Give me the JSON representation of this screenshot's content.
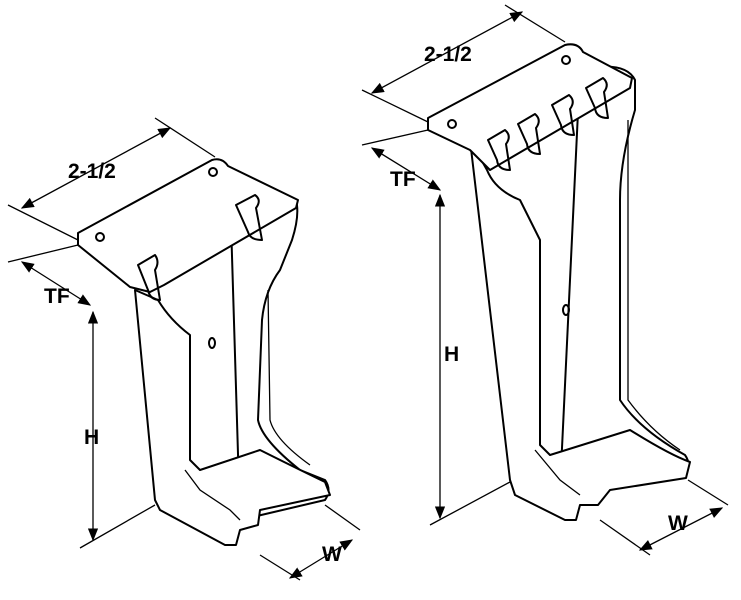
{
  "left_hanger": {
    "width_label": "2-1/2",
    "tf_label": "TF",
    "h_label": "H",
    "w_label": "W"
  },
  "right_hanger": {
    "width_label": "2-1/2",
    "tf_label": "TF",
    "h_label": "H",
    "w_label": "W"
  }
}
